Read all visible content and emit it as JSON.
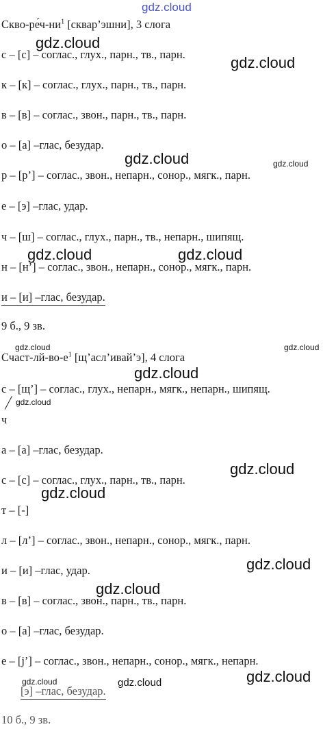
{
  "watermark": "gdz.cloud",
  "word1": {
    "header_word": "Скво-ре́ч-ни",
    "header_sup": "1",
    "header_rest": " [сквар’эшни], 3 слога",
    "lines": [
      "с – [с] – соглас., глух., парн., тв., парн.",
      "к – [к] – соглас., глух., парн., тв., парн.",
      "в – [в] – соглас., звон., парн., тв., парн.",
      "о – [а] –глас, безудар.",
      "р – [р’] – соглас., звон., непарн., сонор., мягк., парн.",
      "е – [э] –глас, удар.",
      "ч – [ш] – соглас., глух., парн., тв., непарн., шипящ.",
      "н – [н’] – соглас., звон., непарн., сонор., мягк., парн.",
      "и – [и] –глас, безудар."
    ],
    "summary": "9 б., 9 зв."
  },
  "word2": {
    "header_word": "Счаст-лй-во-е",
    "header_sup": "1",
    "header_rest": " [щ’асл’ивай’э], 4 слога",
    "lines": [
      "с – [щ’] – соглас., глух., непарн., мягк., непарн., шипящ.",
      "ч",
      "а – [а] –глас, безудар.",
      "с – [с] – соглас., глух., парн., тв., парн.",
      "т – [-]",
      "л – [л’] – соглас., звон., непарн., сонор., мягк., парн.",
      "и – [и] –глас, удар.",
      "в – [в] – соглас., звон., парн., тв., парн.",
      "о – [а] –глас, безудар.",
      "е – [j’] – соглас., звон., непарн., сонор., мягк., непарн.",
      "[э] –глас, безудар."
    ],
    "summary": "10 б., 9 зв."
  }
}
